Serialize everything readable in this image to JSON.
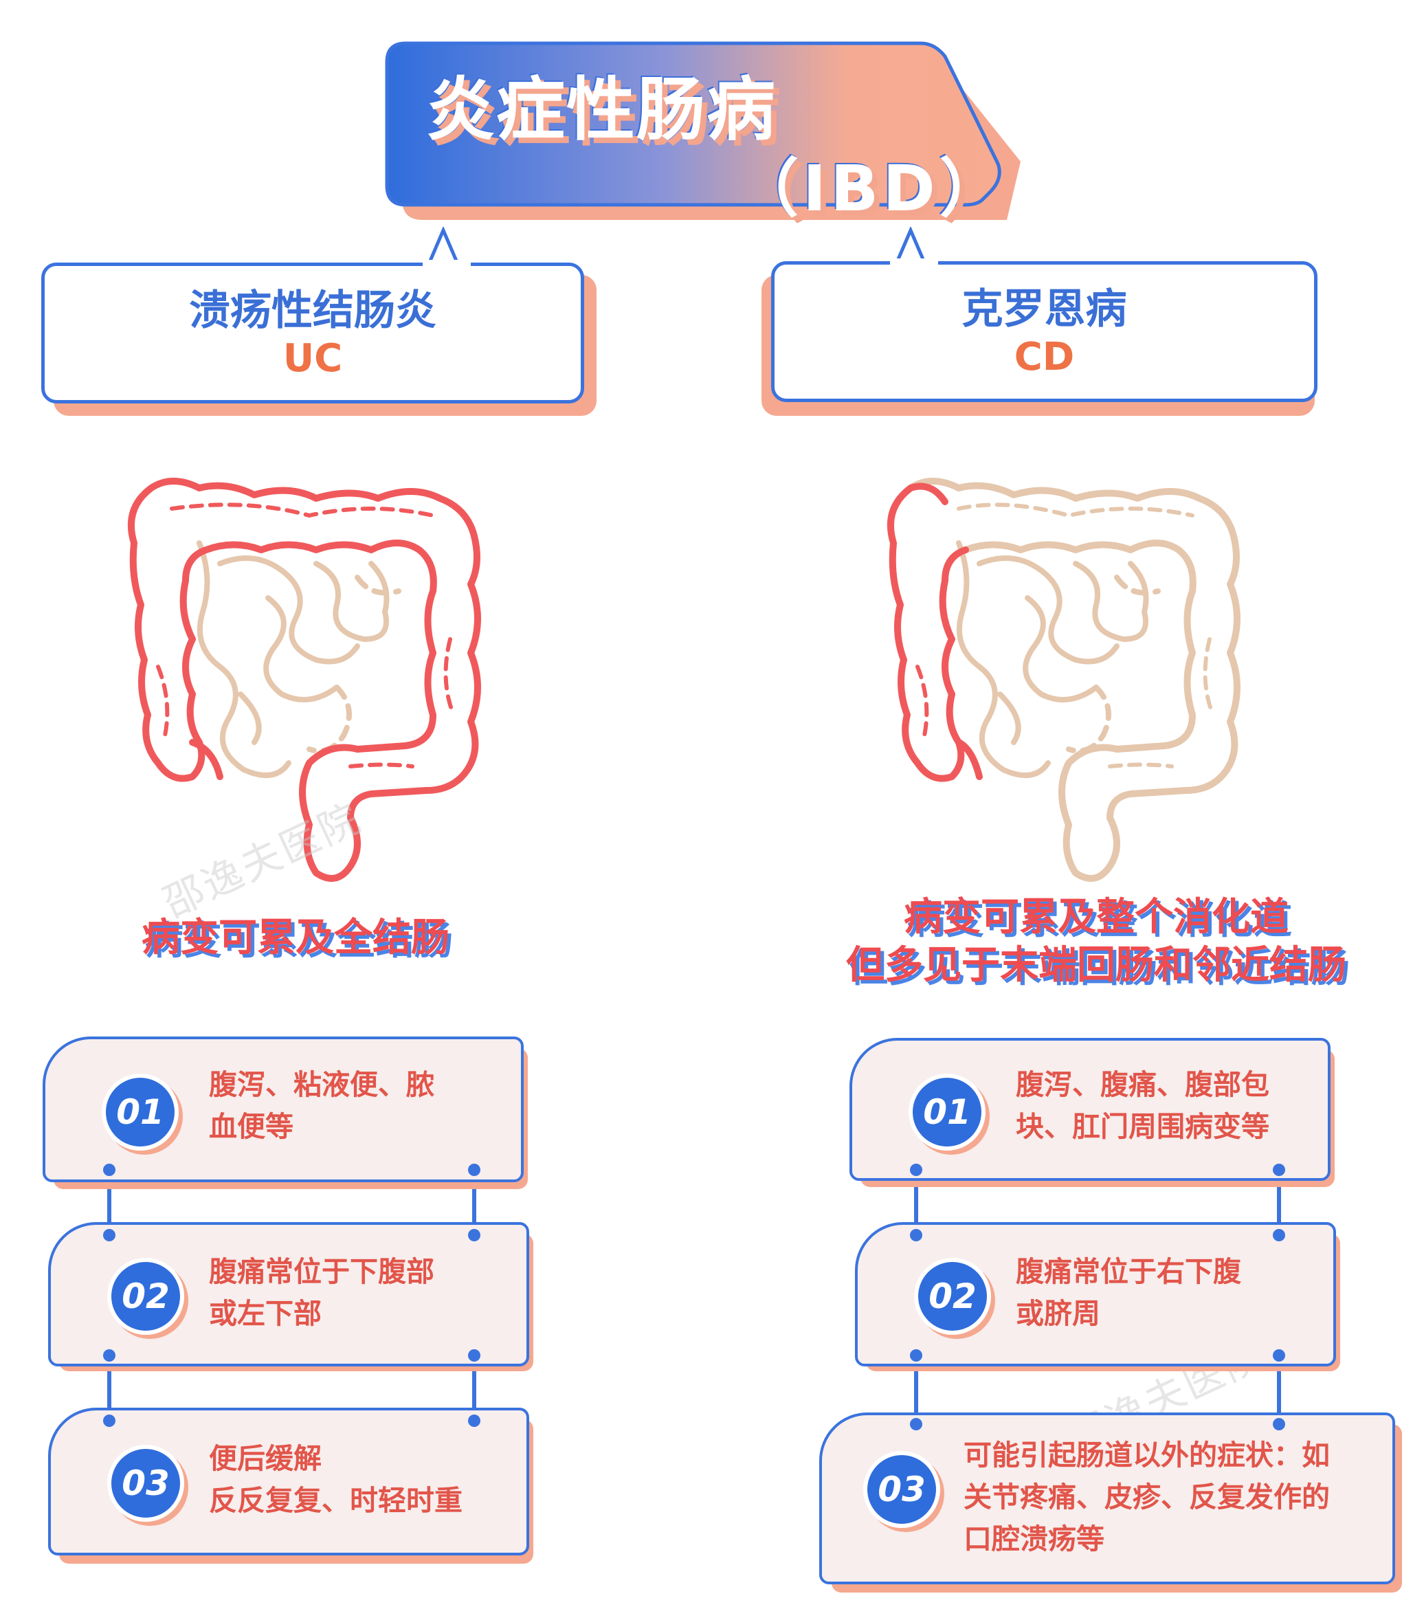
{
  "title": {
    "main": "炎症性肠病",
    "sub": "（IBD）"
  },
  "left": {
    "name": "溃疡性结肠炎",
    "abbr": "UC",
    "description": [
      "病变可累及全结肠"
    ],
    "symptoms": [
      {
        "num": "01",
        "lines": [
          "腹泻、粘液便、脓",
          "血便等"
        ]
      },
      {
        "num": "02",
        "lines": [
          "腹痛常位于下腹部",
          "或左下部"
        ]
      },
      {
        "num": "03",
        "lines": [
          "便后缓解",
          "反反复复、时轻时重"
        ]
      }
    ]
  },
  "right": {
    "name": "克罗恩病",
    "abbr": "CD",
    "description": [
      "病变可累及整个消化道",
      "但多见于末端回肠和邻近结肠"
    ],
    "symptoms": [
      {
        "num": "01",
        "lines": [
          "腹泻、腹痛、腹部包",
          "块、肛门周围病变等"
        ]
      },
      {
        "num": "02",
        "lines": [
          "腹痛常位于右下腹",
          "或脐周"
        ]
      },
      {
        "num": "03",
        "lines": [
          "可能引起肠道以外的症状：如",
          "关节疼痛、皮疹、反复发作的",
          "口腔溃疡等"
        ]
      }
    ]
  },
  "watermark": "邵逸夫医院",
  "colors": {
    "blue": "#3b73de",
    "salmon": "#f5a88f",
    "red": "#ee4c50",
    "beige": "#e5c7ad",
    "symptom_bg": "#f7eeed"
  },
  "icons": {
    "uc_diagram": "colon-diagram-icon (highlighted: colon)",
    "cd_diagram": "colon-diagram-icon (highlighted: terminal ileum and ascending colon)"
  }
}
